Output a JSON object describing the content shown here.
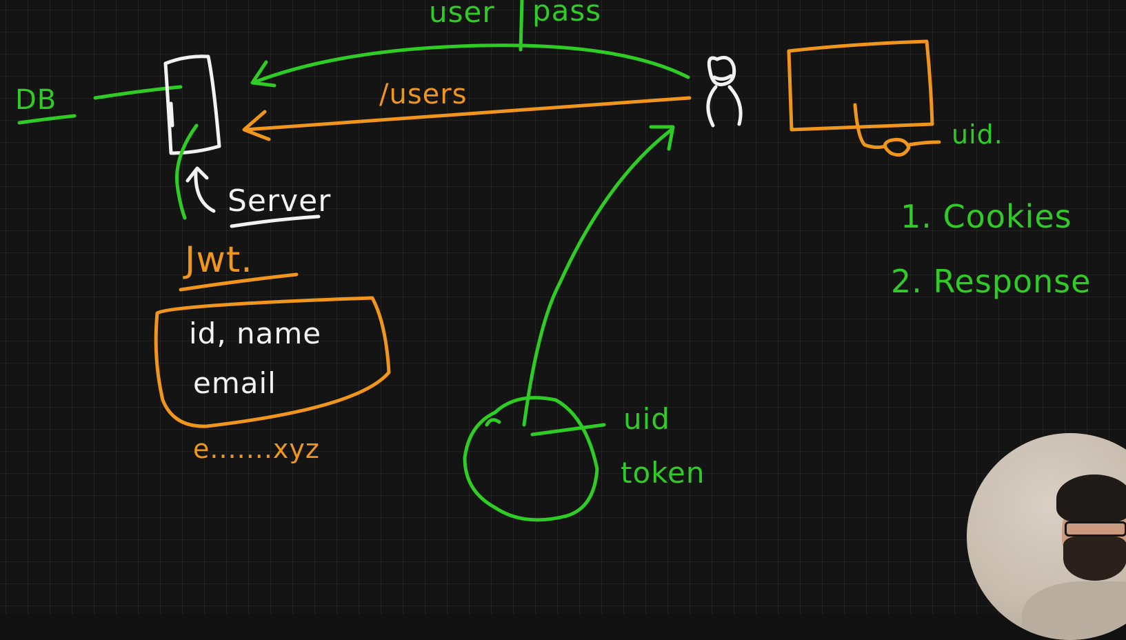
{
  "diagram": {
    "labels": {
      "db": "DB",
      "server": "Server",
      "user_pass_left": "user",
      "user_pass_right": "pass",
      "users_route": "/users",
      "jwt": "Jwt.",
      "payload_line1": "id, name",
      "payload_line2": "email",
      "token_sample": "e.......xyz",
      "uid": "uid",
      "token": "token",
      "uid_storage": "uid.",
      "option_1": "1. Cookies",
      "option_2": "2. Response"
    },
    "colors": {
      "background": "#141414",
      "green": "#2fcc25",
      "orange": "#f0961c",
      "white": "#f2f2f2"
    },
    "icons": {
      "server": "server-box-icon",
      "user": "person-icon",
      "browser": "browser-window-icon",
      "key": "key-icon",
      "cloud": "cloud-blob-icon"
    }
  }
}
